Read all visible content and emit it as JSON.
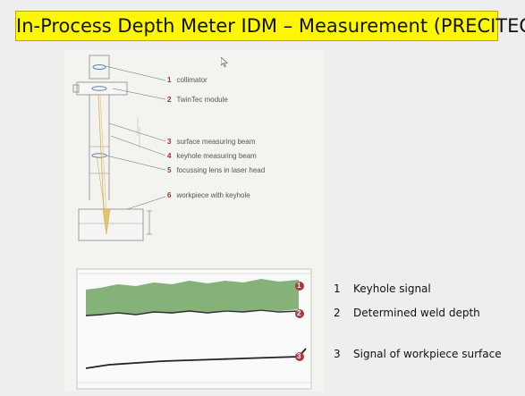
{
  "title": "In-Process Depth Meter IDM – Measurement (PRECITEC)",
  "diagram": {
    "labels": [
      {
        "num": "1",
        "text": "collimator"
      },
      {
        "num": "2",
        "text": "TwinTec module"
      },
      {
        "num": "3",
        "text": "surface measuring beam"
      },
      {
        "num": "4",
        "text": "keyhole measuring beam"
      },
      {
        "num": "5",
        "text": "focussing lens in laser head"
      },
      {
        "num": "6",
        "text": "workpiece with keyhole"
      }
    ]
  },
  "graph": {
    "markers": [
      "1",
      "2",
      "3"
    ]
  },
  "legend": [
    {
      "num": "1",
      "text": "Keyhole signal"
    },
    {
      "num": "2",
      "text": "Determined weld depth"
    },
    {
      "num": "3",
      "text": "Signal of workpiece surface"
    }
  ],
  "colors": {
    "title_bg": "#fff700",
    "keyhole_signal": "#4a8a3a",
    "marker": "#b0282c"
  }
}
